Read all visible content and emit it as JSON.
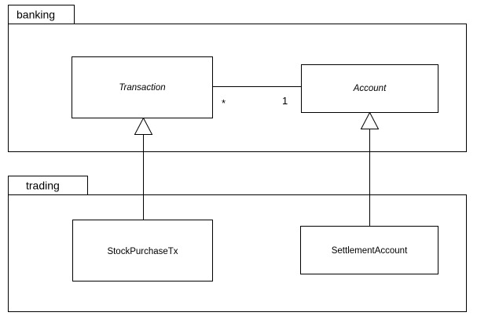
{
  "packages": {
    "banking": {
      "label": "banking"
    },
    "trading": {
      "label": "trading"
    }
  },
  "classes": {
    "transaction": {
      "name": "Transaction",
      "abstract": true
    },
    "account": {
      "name": "Account",
      "abstract": true
    },
    "stock_purchase_tx": {
      "name": "StockPurchaseTx",
      "abstract": false
    },
    "settlement_account": {
      "name": "SettlementAccount",
      "abstract": false
    }
  },
  "association": {
    "transaction_end": "*",
    "account_end": "1"
  }
}
